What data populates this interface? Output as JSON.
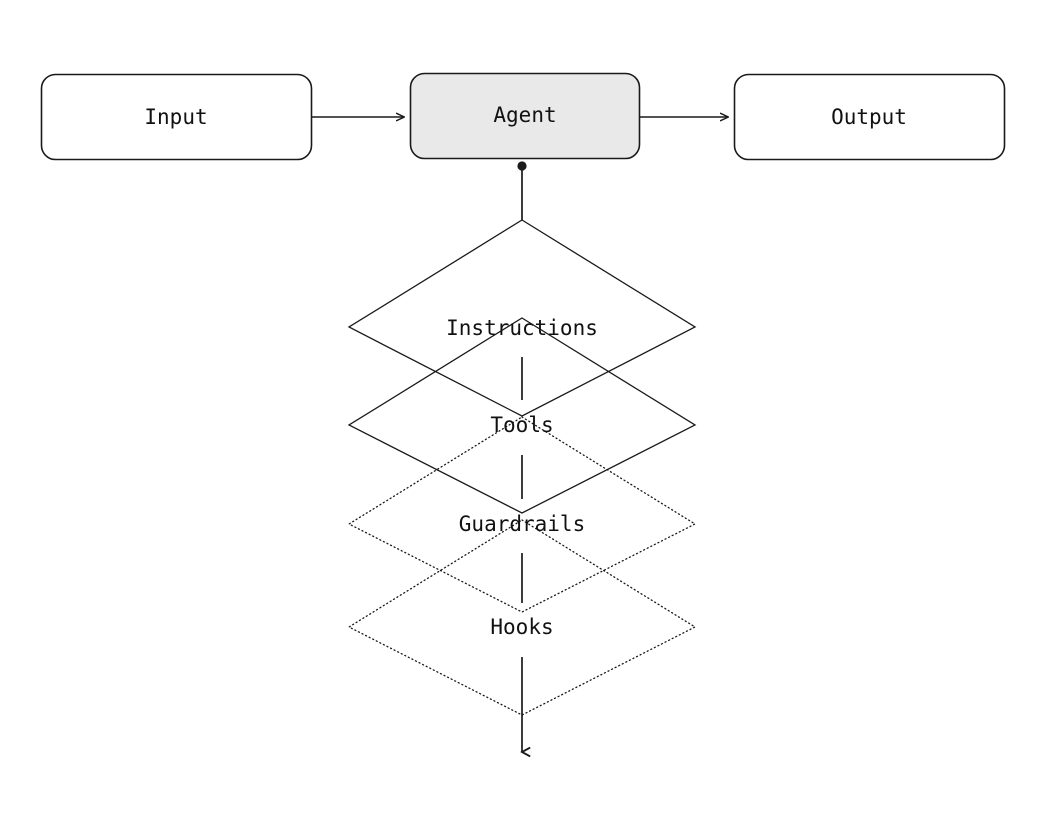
{
  "diagram": {
    "title": "Agent pipeline with layered configuration",
    "colors": {
      "stroke": "#1a1a1a",
      "background": "#ffffff",
      "agent_fill": "#e9e9e9",
      "box_fill": "#ffffff"
    },
    "flow_nodes": [
      {
        "id": "input",
        "label": "Input",
        "style": "plain"
      },
      {
        "id": "agent",
        "label": "Agent",
        "style": "filled"
      },
      {
        "id": "output",
        "label": "Output",
        "style": "plain"
      }
    ],
    "flow_arrows": [
      {
        "from": "input",
        "to": "agent"
      },
      {
        "from": "agent",
        "to": "output"
      }
    ],
    "layers": [
      {
        "id": "instructions",
        "label": "Instructions",
        "stroke_style": "solid"
      },
      {
        "id": "tools",
        "label": "Tools",
        "stroke_style": "solid"
      },
      {
        "id": "guardrails",
        "label": "Guardrails",
        "stroke_style": "dotted"
      },
      {
        "id": "hooks",
        "label": "Hooks",
        "stroke_style": "dotted"
      }
    ],
    "spine": {
      "origin_marker": "dot",
      "terminator": "arrowhead-down"
    }
  }
}
